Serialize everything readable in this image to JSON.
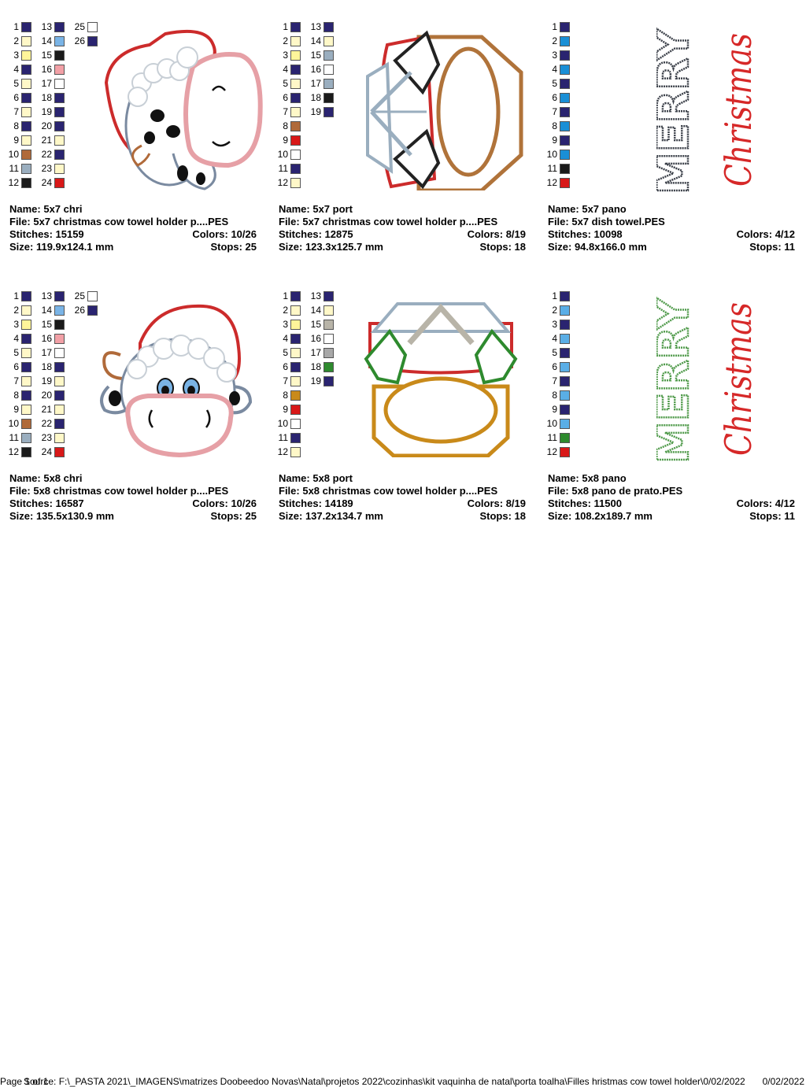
{
  "designs": [
    {
      "id": "card-1",
      "name_label": "Name: 5x7 chri",
      "file_label": "File: 5x7 christmas cow towel holder p....PES",
      "stitches_label": "Stitches: 15159",
      "colors_label": "Colors: 10/26",
      "size_label": "Size: 119.9x124.1 mm",
      "stops_label": "Stops: 25",
      "swatches": [
        {
          "n": "1",
          "c": "#2a2470"
        },
        {
          "n": "2",
          "c": "#fff8c8"
        },
        {
          "n": "3",
          "c": "#fff59a"
        },
        {
          "n": "4",
          "c": "#2a2470"
        },
        {
          "n": "5",
          "c": "#fff8c8"
        },
        {
          "n": "6",
          "c": "#2a2470"
        },
        {
          "n": "7",
          "c": "#fff8c8"
        },
        {
          "n": "8",
          "c": "#2a2470"
        },
        {
          "n": "9",
          "c": "#fff8c8"
        },
        {
          "n": "10",
          "c": "#b06a3a"
        },
        {
          "n": "11",
          "c": "#9aaebf"
        },
        {
          "n": "12",
          "c": "#1a1a1a"
        },
        {
          "n": "13",
          "c": "#2a2470"
        },
        {
          "n": "14",
          "c": "#7ab4e6"
        },
        {
          "n": "15",
          "c": "#1a1a1a"
        },
        {
          "n": "16",
          "c": "#f2a0a6"
        },
        {
          "n": "17",
          "c": "#ffffff"
        },
        {
          "n": "18",
          "c": "#2a2470"
        },
        {
          "n": "19",
          "c": "#2a2470"
        },
        {
          "n": "20",
          "c": "#2a2470"
        },
        {
          "n": "21",
          "c": "#fff8c8"
        },
        {
          "n": "22",
          "c": "#2a2470"
        },
        {
          "n": "23",
          "c": "#fff8c8"
        },
        {
          "n": "24",
          "c": "#d81818"
        },
        {
          "n": "25",
          "c": "#ffffff"
        },
        {
          "n": "26",
          "c": "#2a2470"
        }
      ]
    },
    {
      "id": "card-2",
      "name_label": "Name: 5x7 port",
      "file_label": "File: 5x7 christmas cow towel holder p....PES",
      "stitches_label": "Stitches: 12875",
      "colors_label": "Colors: 8/19",
      "size_label": "Size: 123.3x125.7 mm",
      "stops_label": "Stops: 18",
      "swatches": [
        {
          "n": "1",
          "c": "#2a2470"
        },
        {
          "n": "2",
          "c": "#fff8c8"
        },
        {
          "n": "3",
          "c": "#fff59a"
        },
        {
          "n": "4",
          "c": "#2a2470"
        },
        {
          "n": "5",
          "c": "#fff8c8"
        },
        {
          "n": "6",
          "c": "#2a2470"
        },
        {
          "n": "7",
          "c": "#fff8c8"
        },
        {
          "n": "8",
          "c": "#b06a3a"
        },
        {
          "n": "9",
          "c": "#d81818"
        },
        {
          "n": "10",
          "c": "#ffffff"
        },
        {
          "n": "11",
          "c": "#2a2470"
        },
        {
          "n": "12",
          "c": "#fff8c8"
        },
        {
          "n": "13",
          "c": "#2a2470"
        },
        {
          "n": "14",
          "c": "#fff8c8"
        },
        {
          "n": "15",
          "c": "#9aaebf"
        },
        {
          "n": "16",
          "c": "#ffffff"
        },
        {
          "n": "17",
          "c": "#9aaebf"
        },
        {
          "n": "18",
          "c": "#1a1a1a"
        },
        {
          "n": "19",
          "c": "#2a2470"
        }
      ]
    },
    {
      "id": "card-3",
      "name_label": "Name: 5x7 pano",
      "file_label": "File: 5x7 dish towel.PES",
      "stitches_label": "Stitches: 10098",
      "colors_label": "Colors: 4/12",
      "size_label": "Size: 94.8x166.0 mm",
      "stops_label": "Stops: 11",
      "swatches": [
        {
          "n": "1",
          "c": "#2a2470"
        },
        {
          "n": "2",
          "c": "#1a8fd6"
        },
        {
          "n": "3",
          "c": "#2a2470"
        },
        {
          "n": "4",
          "c": "#1a8fd6"
        },
        {
          "n": "5",
          "c": "#2a2470"
        },
        {
          "n": "6",
          "c": "#1a8fd6"
        },
        {
          "n": "7",
          "c": "#2a2470"
        },
        {
          "n": "8",
          "c": "#1a8fd6"
        },
        {
          "n": "9",
          "c": "#2a2470"
        },
        {
          "n": "10",
          "c": "#1a8fd6"
        },
        {
          "n": "11",
          "c": "#1a1a1a"
        },
        {
          "n": "12",
          "c": "#d81818"
        }
      ]
    },
    {
      "id": "card-4",
      "name_label": "Name: 5x8 chri",
      "file_label": "File: 5x8 christmas cow towel holder p....PES",
      "stitches_label": "Stitches: 16587",
      "colors_label": "Colors: 10/26",
      "size_label": "Size: 135.5x130.9 mm",
      "stops_label": "Stops: 25",
      "swatches": [
        {
          "n": "1",
          "c": "#2a2470"
        },
        {
          "n": "2",
          "c": "#fff8c8"
        },
        {
          "n": "3",
          "c": "#fff59a"
        },
        {
          "n": "4",
          "c": "#2a2470"
        },
        {
          "n": "5",
          "c": "#fff8c8"
        },
        {
          "n": "6",
          "c": "#2a2470"
        },
        {
          "n": "7",
          "c": "#fff8c8"
        },
        {
          "n": "8",
          "c": "#2a2470"
        },
        {
          "n": "9",
          "c": "#fff8c8"
        },
        {
          "n": "10",
          "c": "#b06a3a"
        },
        {
          "n": "11",
          "c": "#9aaebf"
        },
        {
          "n": "12",
          "c": "#1a1a1a"
        },
        {
          "n": "13",
          "c": "#2a2470"
        },
        {
          "n": "14",
          "c": "#7ab4e6"
        },
        {
          "n": "15",
          "c": "#1a1a1a"
        },
        {
          "n": "16",
          "c": "#f2a0a6"
        },
        {
          "n": "17",
          "c": "#ffffff"
        },
        {
          "n": "18",
          "c": "#2a2470"
        },
        {
          "n": "19",
          "c": "#fff8c8"
        },
        {
          "n": "20",
          "c": "#2a2470"
        },
        {
          "n": "21",
          "c": "#fff8c8"
        },
        {
          "n": "22",
          "c": "#2a2470"
        },
        {
          "n": "23",
          "c": "#fff8c8"
        },
        {
          "n": "24",
          "c": "#d81818"
        },
        {
          "n": "25",
          "c": "#ffffff"
        },
        {
          "n": "26",
          "c": "#2a2470"
        }
      ]
    },
    {
      "id": "card-5",
      "name_label": "Name: 5x8 port",
      "file_label": "File: 5x8 christmas cow towel holder p....PES",
      "stitches_label": "Stitches: 14189",
      "colors_label": "Colors: 8/19",
      "size_label": "Size: 137.2x134.7 mm",
      "stops_label": "Stops: 18",
      "swatches": [
        {
          "n": "1",
          "c": "#2a2470"
        },
        {
          "n": "2",
          "c": "#fff8c8"
        },
        {
          "n": "3",
          "c": "#fff59a"
        },
        {
          "n": "4",
          "c": "#2a2470"
        },
        {
          "n": "5",
          "c": "#fff8c8"
        },
        {
          "n": "6",
          "c": "#2a2470"
        },
        {
          "n": "7",
          "c": "#fff8c8"
        },
        {
          "n": "8",
          "c": "#c98a1a"
        },
        {
          "n": "9",
          "c": "#d81818"
        },
        {
          "n": "10",
          "c": "#ffffff"
        },
        {
          "n": "11",
          "c": "#2a2470"
        },
        {
          "n": "12",
          "c": "#fff8c8"
        },
        {
          "n": "13",
          "c": "#2a2470"
        },
        {
          "n": "14",
          "c": "#fff8c8"
        },
        {
          "n": "15",
          "c": "#b8b4a8"
        },
        {
          "n": "16",
          "c": "#ffffff"
        },
        {
          "n": "17",
          "c": "#a8a8a8"
        },
        {
          "n": "18",
          "c": "#2e8a2e"
        },
        {
          "n": "19",
          "c": "#2a2470"
        }
      ]
    },
    {
      "id": "card-6",
      "name_label": "Name: 5x8 pano",
      "file_label": "File: 5x8 pano de prato.PES",
      "stitches_label": "Stitches: 11500",
      "colors_label": "Colors: 4/12",
      "size_label": "Size: 108.2x189.7 mm",
      "stops_label": "Stops: 11",
      "swatches": [
        {
          "n": "1",
          "c": "#2a2470"
        },
        {
          "n": "2",
          "c": "#5aaee6"
        },
        {
          "n": "3",
          "c": "#2a2470"
        },
        {
          "n": "4",
          "c": "#5aaee6"
        },
        {
          "n": "5",
          "c": "#2a2470"
        },
        {
          "n": "6",
          "c": "#5aaee6"
        },
        {
          "n": "7",
          "c": "#2a2470"
        },
        {
          "n": "8",
          "c": "#5aaee6"
        },
        {
          "n": "9",
          "c": "#2a2470"
        },
        {
          "n": "10",
          "c": "#5aaee6"
        },
        {
          "n": "11",
          "c": "#2e8a2e"
        },
        {
          "n": "12",
          "c": "#d81818"
        }
      ]
    }
  ],
  "art": {
    "merry_word": "MERRY",
    "christmas_word": "Christmas",
    "merry_color_a": "#3a3f48",
    "merry_color_b": "#4f9a4a",
    "christmas_color": "#d62828"
  },
  "footer": {
    "page_label": "Page 1 of 1",
    "source_label": "Source: F:\\_PASTA 2021\\_IMAGENS\\matrizes Doobeedoo Novas\\Natal\\projetos 2022\\cozinhas\\kit vaquinha de natal\\porta toalha\\Filles hristmas cow towel holder\\0/02/2022",
    "date_label": "0/02/2022"
  }
}
